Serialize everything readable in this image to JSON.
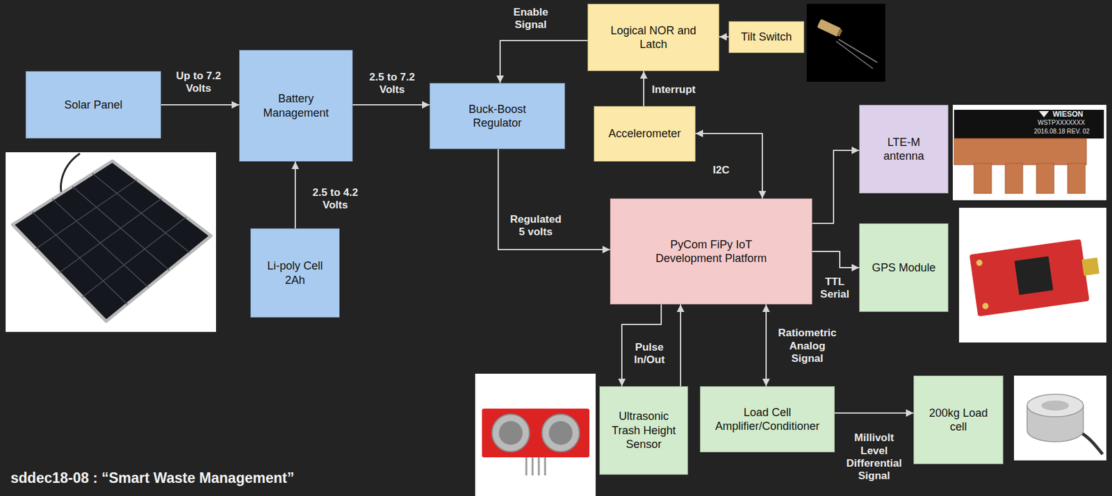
{
  "diagram": {
    "caption": "sddec18-08 : “Smart Waste Management”",
    "nodes": [
      {
        "text": [
          "Solar Panel"
        ]
      },
      {
        "text": [
          "Battery Management"
        ]
      },
      {
        "text": [
          "Buck-Boost Regulator"
        ]
      },
      {
        "text": [
          "Logical NOR and Latch"
        ]
      },
      {
        "text": [
          "Tilt Switch"
        ]
      },
      {
        "text": [
          "Accelerometer"
        ]
      },
      {
        "text": [
          "LTE-M antenna"
        ]
      },
      {
        "text": [
          "Li-poly Cell 2Ah"
        ]
      },
      {
        "text": [
          "PyCom FiPy IoT Development Platform"
        ]
      },
      {
        "text": [
          "GPS Module"
        ]
      },
      {
        "text": [
          "Ultrasonic Trash Height Sensor"
        ]
      },
      {
        "text": [
          "Load Cell Amplifier/Conditioner"
        ]
      },
      {
        "text": [
          "200kg Load cell"
        ]
      }
    ],
    "edges": [
      {
        "from": 0,
        "to": 1,
        "label": "Up to 7.2 Volts",
        "arrow": "to"
      },
      {
        "from": 1,
        "to": 2,
        "label": "2.5 to 7.2 Volts",
        "arrow": "to"
      },
      {
        "from": 7,
        "to": 1,
        "label": "2.5 to 4.2 Volts",
        "arrow": "to"
      },
      {
        "from": 3,
        "to": 2,
        "label": "Enable Signal",
        "arrow": "to"
      },
      {
        "from": 4,
        "to": 3,
        "arrow": "to"
      },
      {
        "from": 5,
        "to": 3,
        "label": "Interrupt",
        "arrow": "to"
      },
      {
        "from": 2,
        "to": 8,
        "label": "Regulated 5 volts",
        "arrow": "to"
      },
      {
        "from": 5,
        "to": 8,
        "label": "I2C",
        "arrow": "both"
      },
      {
        "from": 8,
        "to": 6,
        "arrow": "to"
      },
      {
        "from": 8,
        "to": 9,
        "label": "TTL Serial",
        "arrow": "to"
      },
      {
        "from": 8,
        "to": 10,
        "label": "Pulse In/Out",
        "arrow": "to"
      },
      {
        "from": 10,
        "to": 8,
        "arrow": "to"
      },
      {
        "from": 8,
        "to": 11,
        "label": "Ratiometric Analog Signal",
        "arrow": "both"
      },
      {
        "from": 11,
        "to": 12,
        "label": "Millivolt Level Differential Signal",
        "arrow": "to"
      }
    ],
    "labels": [
      "WIESON",
      "WSTPXXXXXXX",
      "2016.08.18 REV. 02"
    ]
  }
}
